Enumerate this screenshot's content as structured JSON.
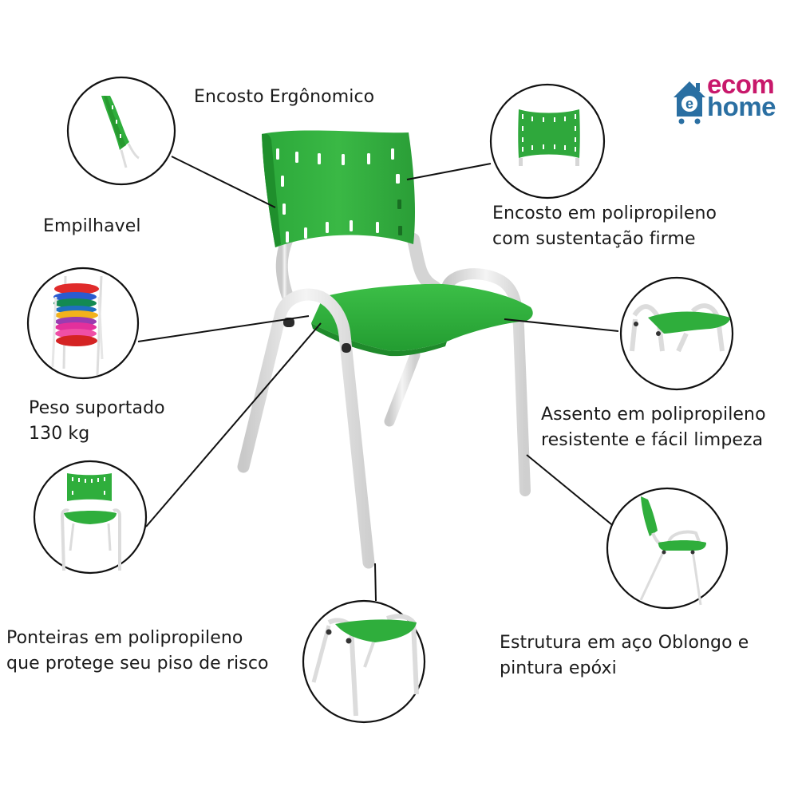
{
  "brand": {
    "line1": "ecom",
    "line2": "home",
    "colors": {
      "ecom": "#c8186b",
      "home": "#2a6fa2"
    },
    "icon": "house-cart-e-icon"
  },
  "colors": {
    "seat_green": "#2fae3c",
    "frame_white": "#e8e8e8",
    "callout_line": "#111111"
  },
  "features": [
    {
      "id": "backrest-ergonomic",
      "lines": [
        "Encosto Ergônomico"
      ]
    },
    {
      "id": "stackable",
      "lines": [
        "Empilhavel"
      ]
    },
    {
      "id": "backrest-polypropylene",
      "lines": [
        "Encosto em polipropileno",
        "com sustentação firme"
      ]
    },
    {
      "id": "weight-capacity",
      "lines": [
        "Peso suportado",
        "130 kg"
      ]
    },
    {
      "id": "seat-polypropylene",
      "lines": [
        "Assento em polipropileno",
        "resistente e fácil limpeza"
      ]
    },
    {
      "id": "feet-caps",
      "lines": [
        "Ponteiras em polipropileno",
        "que protege seu piso de risco"
      ]
    },
    {
      "id": "frame-steel",
      "lines": [
        "Estrutura em aço Oblongo e",
        "pintura epóxi"
      ]
    }
  ],
  "detail_circles": [
    {
      "id": "side-backrest",
      "icon": "chair-side-backrest-icon"
    },
    {
      "id": "stacked-chairs",
      "icon": "stacked-chairs-icon"
    },
    {
      "id": "backrest-front",
      "icon": "backrest-front-icon"
    },
    {
      "id": "seat-closeup",
      "icon": "seat-closeup-icon"
    },
    {
      "id": "chair-front",
      "icon": "chair-front-icon"
    },
    {
      "id": "chair-side",
      "icon": "chair-side-icon"
    },
    {
      "id": "chair-legs",
      "icon": "chair-legs-icon"
    }
  ]
}
